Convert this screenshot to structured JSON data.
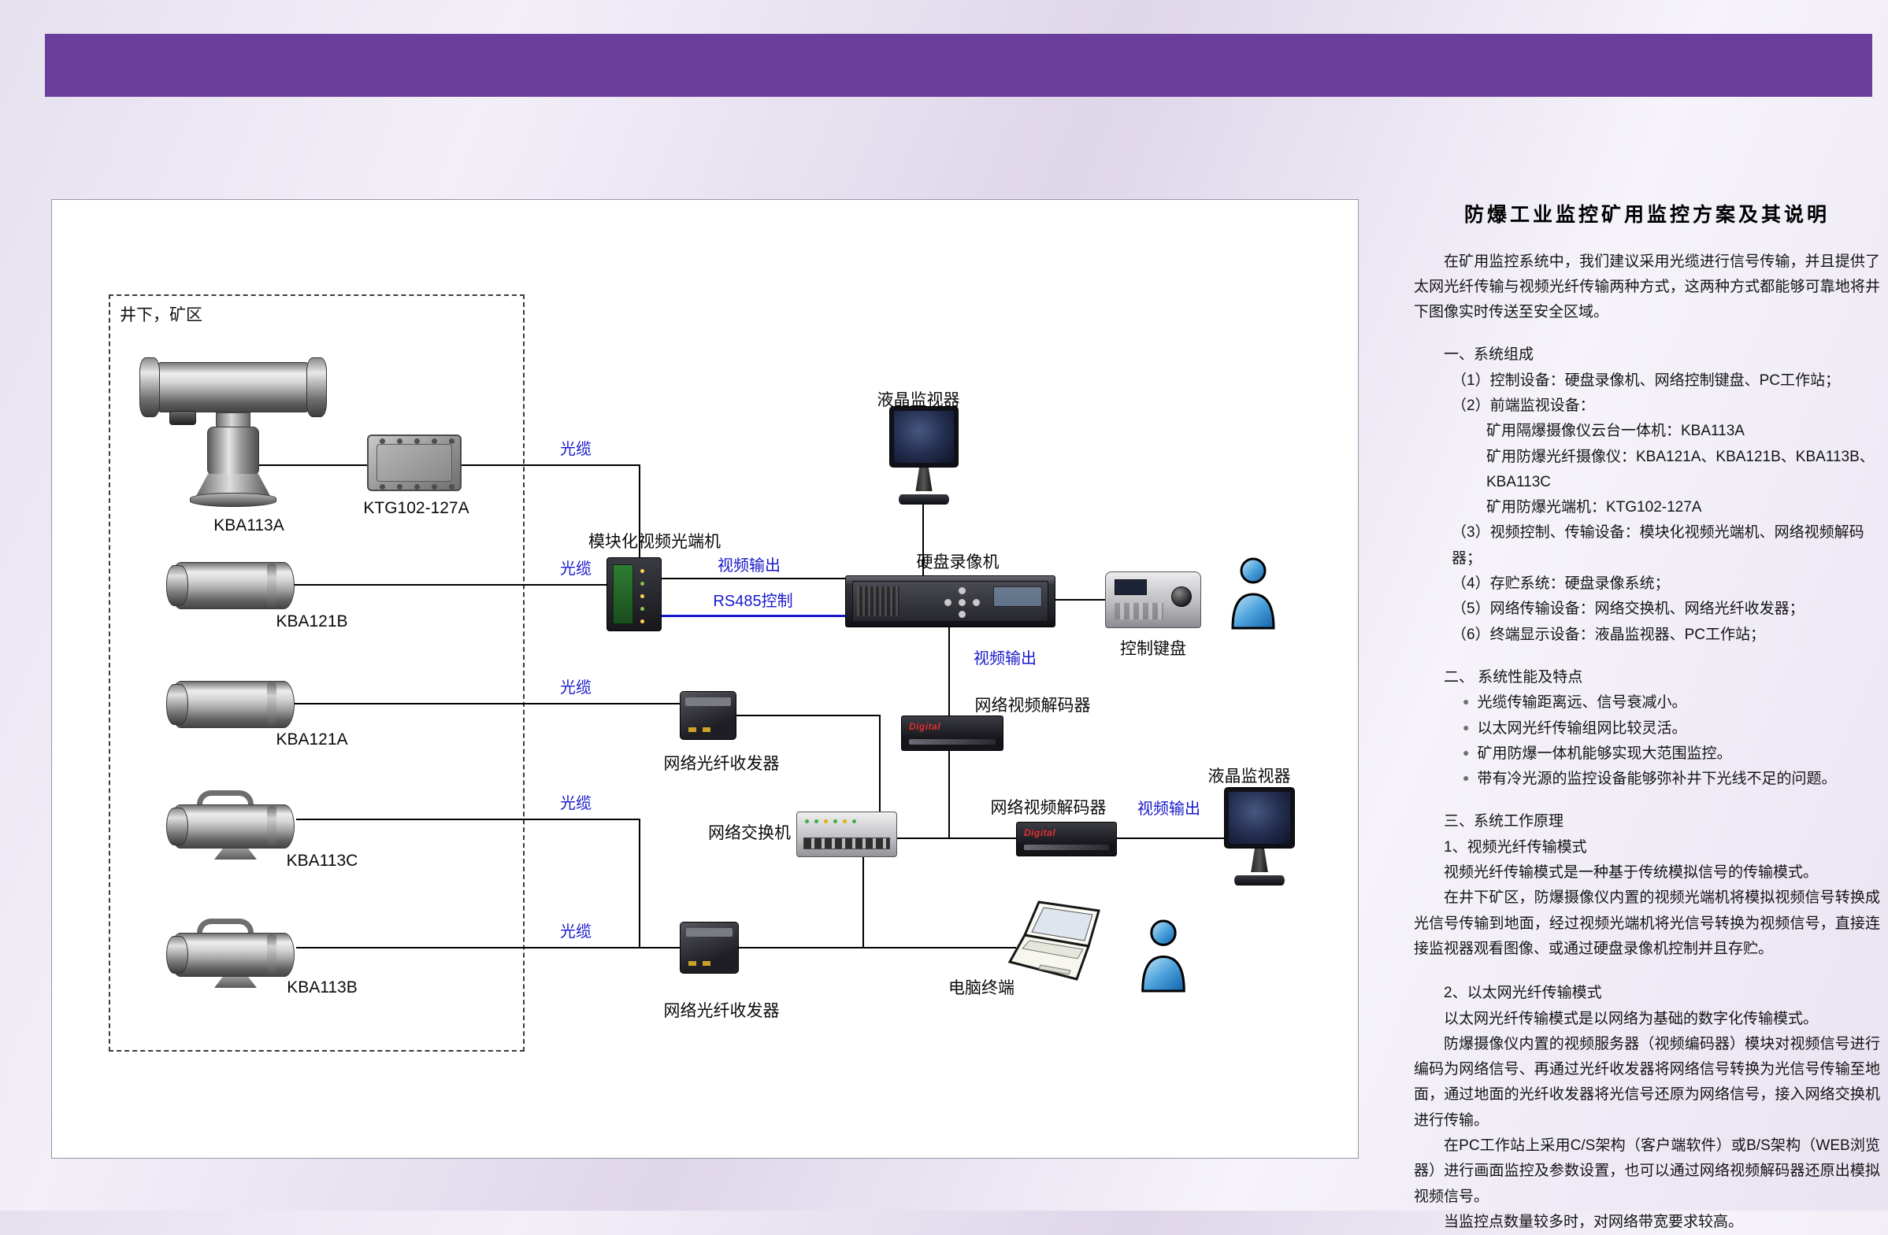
{
  "theme": {
    "header_purple": "#6b3e9e",
    "wire_blue": "#1818cc"
  },
  "diagram": {
    "zone_label": "井下，矿区",
    "labels": {
      "kba113a": "KBA113A",
      "ktg": "KTG102-127A",
      "kba121b": "KBA121B",
      "kba121a": "KBA121A",
      "kba113c": "KBA113C",
      "kba113b": "KBA113B",
      "optical_terminal": "模块化视频光端机",
      "monitor_top": "液晶监视器",
      "dvr": "硬盘录像机",
      "keyboard": "控制键盘",
      "decoder1": "网络视频解码器",
      "transceiver1": "网络光纤收发器",
      "switch": "网络交换机",
      "decoder2": "网络视频解码器",
      "monitor_right": "液晶监视器",
      "pc": "电脑终端",
      "transceiver2": "网络光纤收发器",
      "decoder_logo": "Digital"
    },
    "wire_labels": {
      "fiber": "光缆",
      "video_out": "视频输出",
      "rs485": "RS485控制"
    }
  },
  "doc": {
    "title": "防爆工业监控矿用监控方案及其说明",
    "intro": "在矿用监控系统中，我们建议采用光缆进行信号传输，并且提供了太网光纤传输与视频光纤传输两种方式，这两种方式都能够可靠地将井下图像实时传送至安全区域。",
    "s1_title": "一、系统组成",
    "s1_items": [
      "（1）控制设备：硬盘录像机、网络控制键盘、PC工作站；",
      "（2）前端监视设备：",
      "矿用隔爆摄像仪云台一体机：KBA113A",
      "矿用防爆光纤摄像仪：KBA121A、KBA121B、KBA113B、KBA113C",
      "矿用防爆光端机：KTG102-127A",
      "（3）视频控制、传输设备：模块化视频光端机、网络视频解码器；",
      "（4）存贮系统：硬盘录像系统；",
      "（5）网络传输设备：网络交换机、网络光纤收发器；",
      "（6）终端显示设备：液晶监视器、PC工作站；"
    ],
    "s2_title": "二、 系统性能及特点",
    "s2_items": [
      "光缆传输距离远、信号衰减小。",
      "以太网光纤传输组网比较灵活。",
      "矿用防爆一体机能够实现大范围监控。",
      "带有冷光源的监控设备能够弥补井下光线不足的问题。"
    ],
    "s3_title": "三、系统工作原理",
    "s3_sub1": "1、视频光纤传输模式",
    "s3_p1": "视频光纤传输模式是一种基于传统模拟信号的传输模式。",
    "s3_p2": "在井下矿区，防爆摄像仪内置的视频光端机将模拟视频信号转换成光信号传输到地面，经过视频光端机将光信号转换为视频信号，直接连接监视器观看图像、或通过硬盘录像机控制并且存贮。",
    "s3_sub2": "2、以太网光纤传输模式",
    "s3_p3": "以太网光纤传输模式是以网络为基础的数字化传输模式。",
    "s3_p4": "防爆摄像仪内置的视频服务器（视频编码器）模块对视频信号进行编码为网络信号、再通过光纤收发器将网络信号转换为光信号传输至地面，通过地面的光纤收发器将光信号还原为网络信号，接入网络交换机进行传输。",
    "s3_p5": "在PC工作站上采用C/S架构（客户端软件）或B/S架构（WEB浏览器）进行画面监控及参数设置，也可以通过网络视频解码器还原出模拟视频信号。",
    "s3_p6": "当监控点数量较多时，对网络带宽要求较高。"
  }
}
